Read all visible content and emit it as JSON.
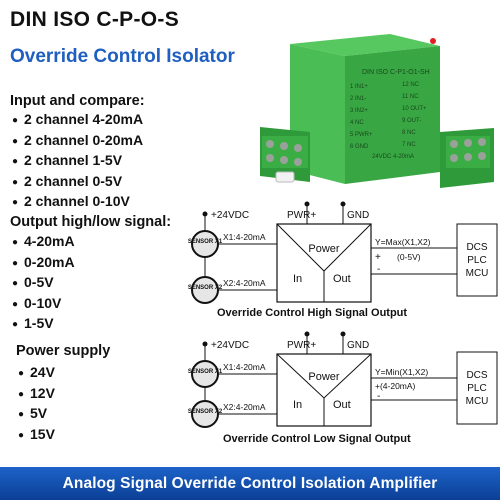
{
  "title": "DIN ISO C-P-O-S",
  "subtitle": "Override Control Isolator",
  "input_section": {
    "heading": "Input and compare:",
    "items": [
      "2 channel 4-20mA",
      "2 channel 0-20mA",
      "2 channel 1-5V",
      "2 channel 0-5V",
      "2 channel 0-10V"
    ]
  },
  "output_section": {
    "heading": "Output high/low signal:",
    "items": [
      "4-20mA",
      "0-20mA",
      "0-5V",
      "0-10V",
      "1-5V"
    ]
  },
  "power_section": {
    "heading": "Power supply",
    "items": [
      "24V",
      "12V",
      "5V",
      "15V"
    ]
  },
  "device": {
    "label": "DIN ISO C-P1-O1-SH",
    "terminals_left": [
      "1 IN1+",
      "2 IN1-",
      "3 IN2+",
      "4 NC",
      "5 PWR+",
      "6 GND"
    ],
    "terminals_right": [
      "12 NC",
      "11 NC",
      "10 OUT+",
      "9 OUT-",
      "8 NC",
      "7 NC"
    ],
    "spec": "24VDC  4-20mA"
  },
  "diagram_high": {
    "supply": "+24VDC",
    "pwr": "PWR+",
    "gnd": "GND",
    "sensor1": "SENSOR X1",
    "sensor2": "SENSOR X2",
    "x1": "X1:4-20mA",
    "x2": "X2:4-20mA",
    "power": "Power",
    "in": "In",
    "out": "Out",
    "formula": "Y=Max(X1,X2)",
    "range": "(0-5V)",
    "plus": "+",
    "minus": "-",
    "dcs": [
      "DCS",
      "PLC",
      "MCU"
    ],
    "caption": "Override Control High Signal Output"
  },
  "diagram_low": {
    "supply": "+24VDC",
    "pwr": "PWR+",
    "gnd": "GND",
    "sensor1": "SENSOR X1",
    "sensor2": "SENSOR X2",
    "x1": "X1:4-20mA",
    "x2": "X2:4-20mA",
    "power": "Power",
    "in": "In",
    "out": "Out",
    "formula": "Y=Min(X1,X2)",
    "range": "+(4-20mA)",
    "plus": "+",
    "minus": "-",
    "dcs": [
      "DCS",
      "PLC",
      "MCU"
    ],
    "caption": "Override Control Low Signal Output"
  },
  "banner": "Analog Signal Override Control Isolation Amplifier",
  "colors": {
    "accent": "#1f5fbf",
    "banner": "#0b3f95",
    "device": "#3fb24a",
    "led": "#e02020"
  }
}
